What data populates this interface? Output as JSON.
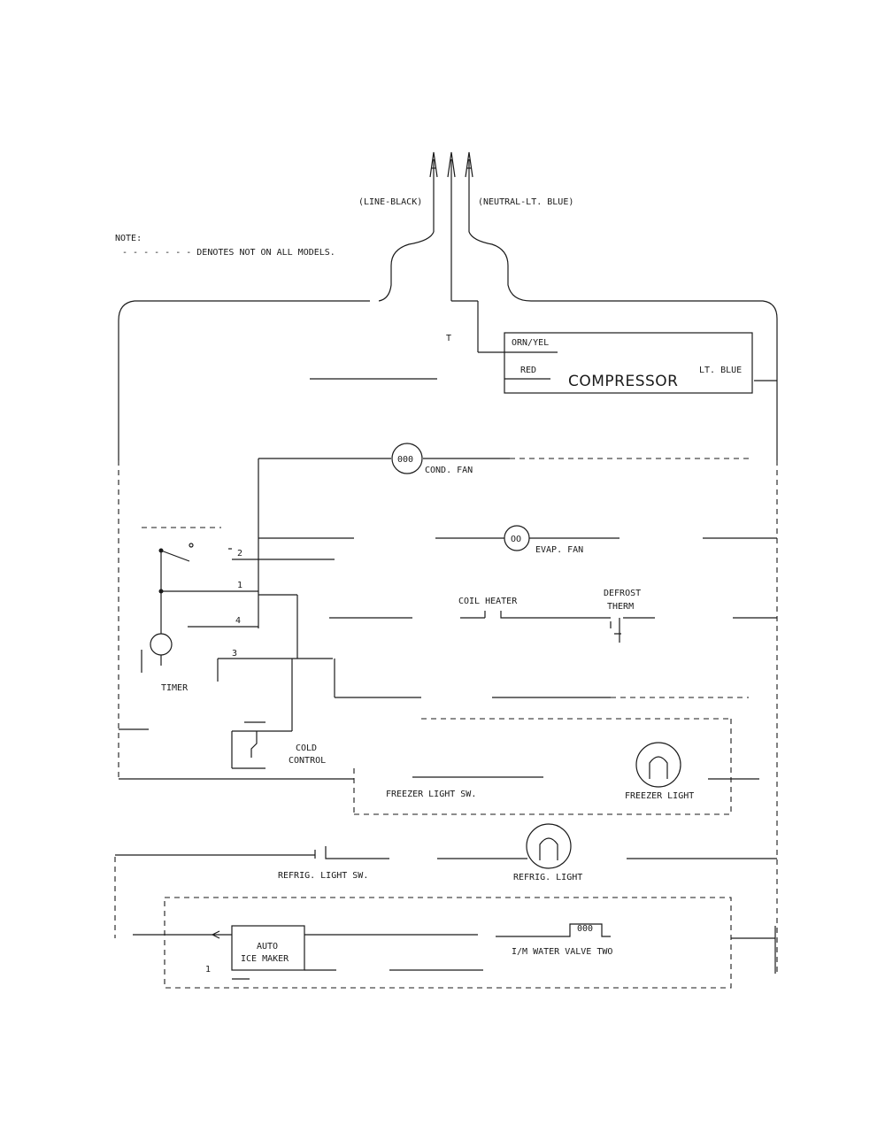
{
  "labels": {
    "line": "(LINE-BLACK)",
    "neutral": "(NEUTRAL-LT. BLUE)",
    "note_title": "NOTE:",
    "note_text": "- - - - - - - DENOTES NOT ON ALL MODELS.",
    "wire_orn_yel": "ORN/YEL",
    "wire_red": "RED",
    "wire_lt_blue": "LT. BLUE",
    "compressor": "COMPRESSOR",
    "cond_fan": "COND. FAN",
    "evap_fan": "EVAP. FAN",
    "coil_heater": "COIL HEATER",
    "defrost": "DEFROST",
    "therm": "THERM",
    "timer": "TIMER",
    "cold": "COLD",
    "control": "CONTROL",
    "freezer_light_sw": "FREEZER LIGHT SW.",
    "freezer_light": "FREEZER LIGHT",
    "refrig_light_sw": "REFRIG. LIGHT SW.",
    "refrig_light": "REFRIG. LIGHT",
    "auto": "AUTO",
    "ice_maker": "ICE MAKER",
    "water_valve": "I/M WATER VALVE TWO",
    "term_1": "1",
    "term_2": "2",
    "term_3": "3",
    "term_4": "4",
    "cond_fan_symbol": "000",
    "evap_fan_symbol": "OO",
    "valve_symbol": "000"
  }
}
